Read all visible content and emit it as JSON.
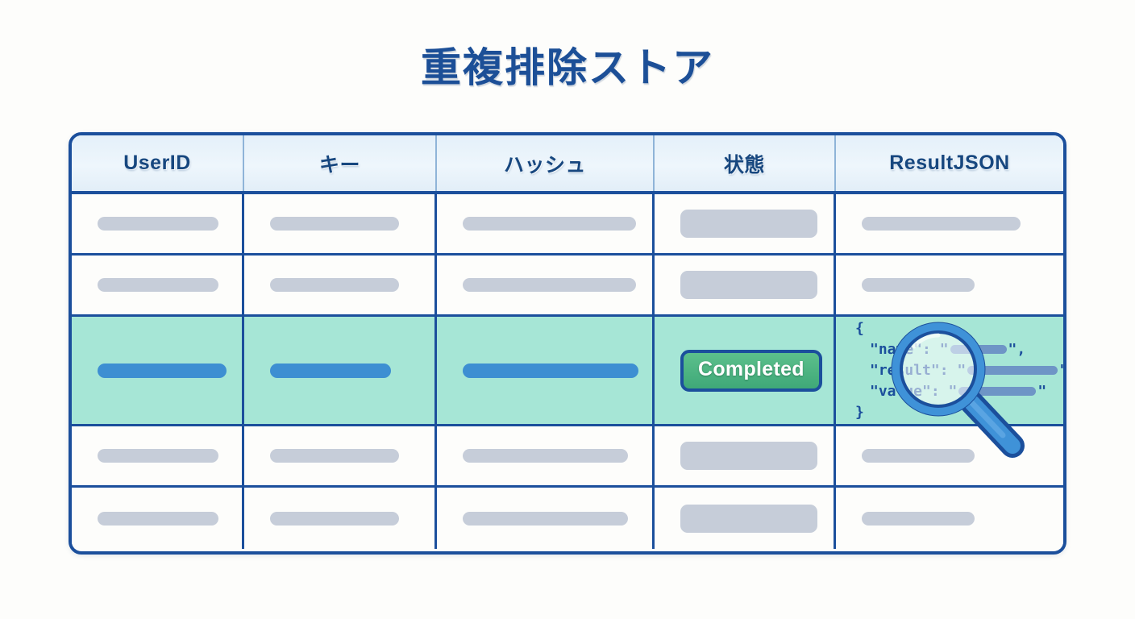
{
  "page": {
    "title": "重複排除ストア",
    "background_color": "#fdfdfb",
    "accent_color": "#1b4f9c",
    "highlight_row_color": "#a6e6d6",
    "placeholder_color": "#c6cdd9",
    "active_bar_color": "#3d8fd2",
    "badge_color": "#4fb484"
  },
  "table": {
    "columns": [
      {
        "key": "user_id",
        "label": "UserID"
      },
      {
        "key": "key",
        "label": "キー"
      },
      {
        "key": "hash",
        "label": "ハッシュ"
      },
      {
        "key": "status",
        "label": "状態"
      },
      {
        "key": "result_json",
        "label": "ResultJSON"
      }
    ],
    "rows": [
      {
        "id": "row-1",
        "highlighted": false
      },
      {
        "id": "row-2",
        "highlighted": false
      },
      {
        "id": "row-3",
        "highlighted": true,
        "status_label": "Completed"
      },
      {
        "id": "row-4",
        "highlighted": false
      },
      {
        "id": "row-5",
        "highlighted": false
      }
    ]
  },
  "json_preview": {
    "line_open": "{",
    "line_name_prefix": "\"name\": \"",
    "line_name_suffix": "\",",
    "line_result_prefix": "\"result\": \"",
    "line_result_suffix": "\",",
    "line_value_prefix": "\"value\": \"",
    "line_value_suffix": "\"",
    "line_close": "}"
  },
  "magnifier": {
    "name": "magnifying-glass",
    "ring_color": "#2e7dd1",
    "outline_color": "#1b4f9c",
    "lens_color": "#ffffff"
  }
}
